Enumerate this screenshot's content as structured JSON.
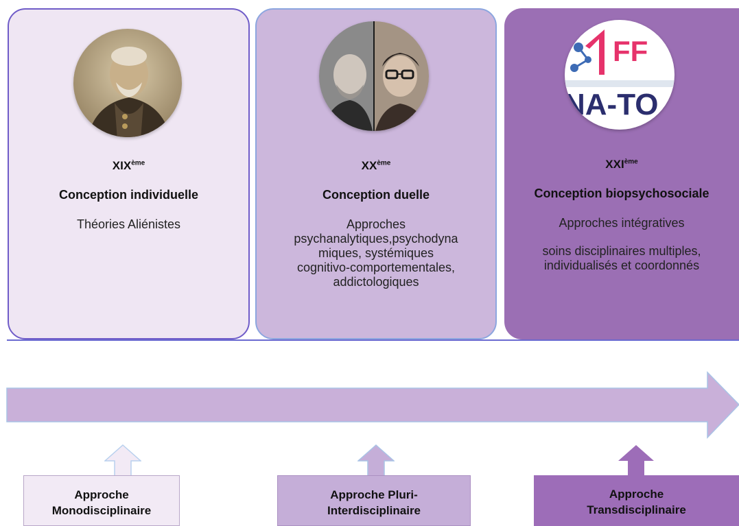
{
  "cards": [
    {
      "century": "XIX",
      "century_sup": "ème",
      "concept": "Conception individuelle",
      "desc": "Théories Aliénistes"
    },
    {
      "century": "XX",
      "century_sup": "ème",
      "concept": "Conception duelle",
      "desc_lines": [
        "Approches",
        "psychanalytiques,psychodyna",
        "miques, systémiques",
        "cognitivo-comportementales,",
        "addictologiques"
      ]
    },
    {
      "century": "XXI",
      "century_sup": "ème",
      "concept": "Conception biopsychosociale",
      "desc": "Approches intégratives",
      "desc2_lines": [
        "soins disciplinaires multiples,",
        "individualisés et coordonnés"
      ],
      "logo_text_top": "FF",
      "logo_text_bottom": "NA-TO"
    }
  ],
  "approaches": [
    {
      "line1": "Approche",
      "line2": "Monodisciplinaire"
    },
    {
      "line1": "Approche Pluri-",
      "line2": "Interdisciplinaire"
    },
    {
      "line1": "Approche",
      "line2": "Transdisciplinaire"
    }
  ],
  "colors": {
    "card1_bg": "#efe6f3",
    "card2_bg": "#ccb7dc",
    "card3_bg": "#9b6fb4",
    "arrow_fill": "#c9b0d9",
    "timeline_line": "#6a6ad1"
  }
}
